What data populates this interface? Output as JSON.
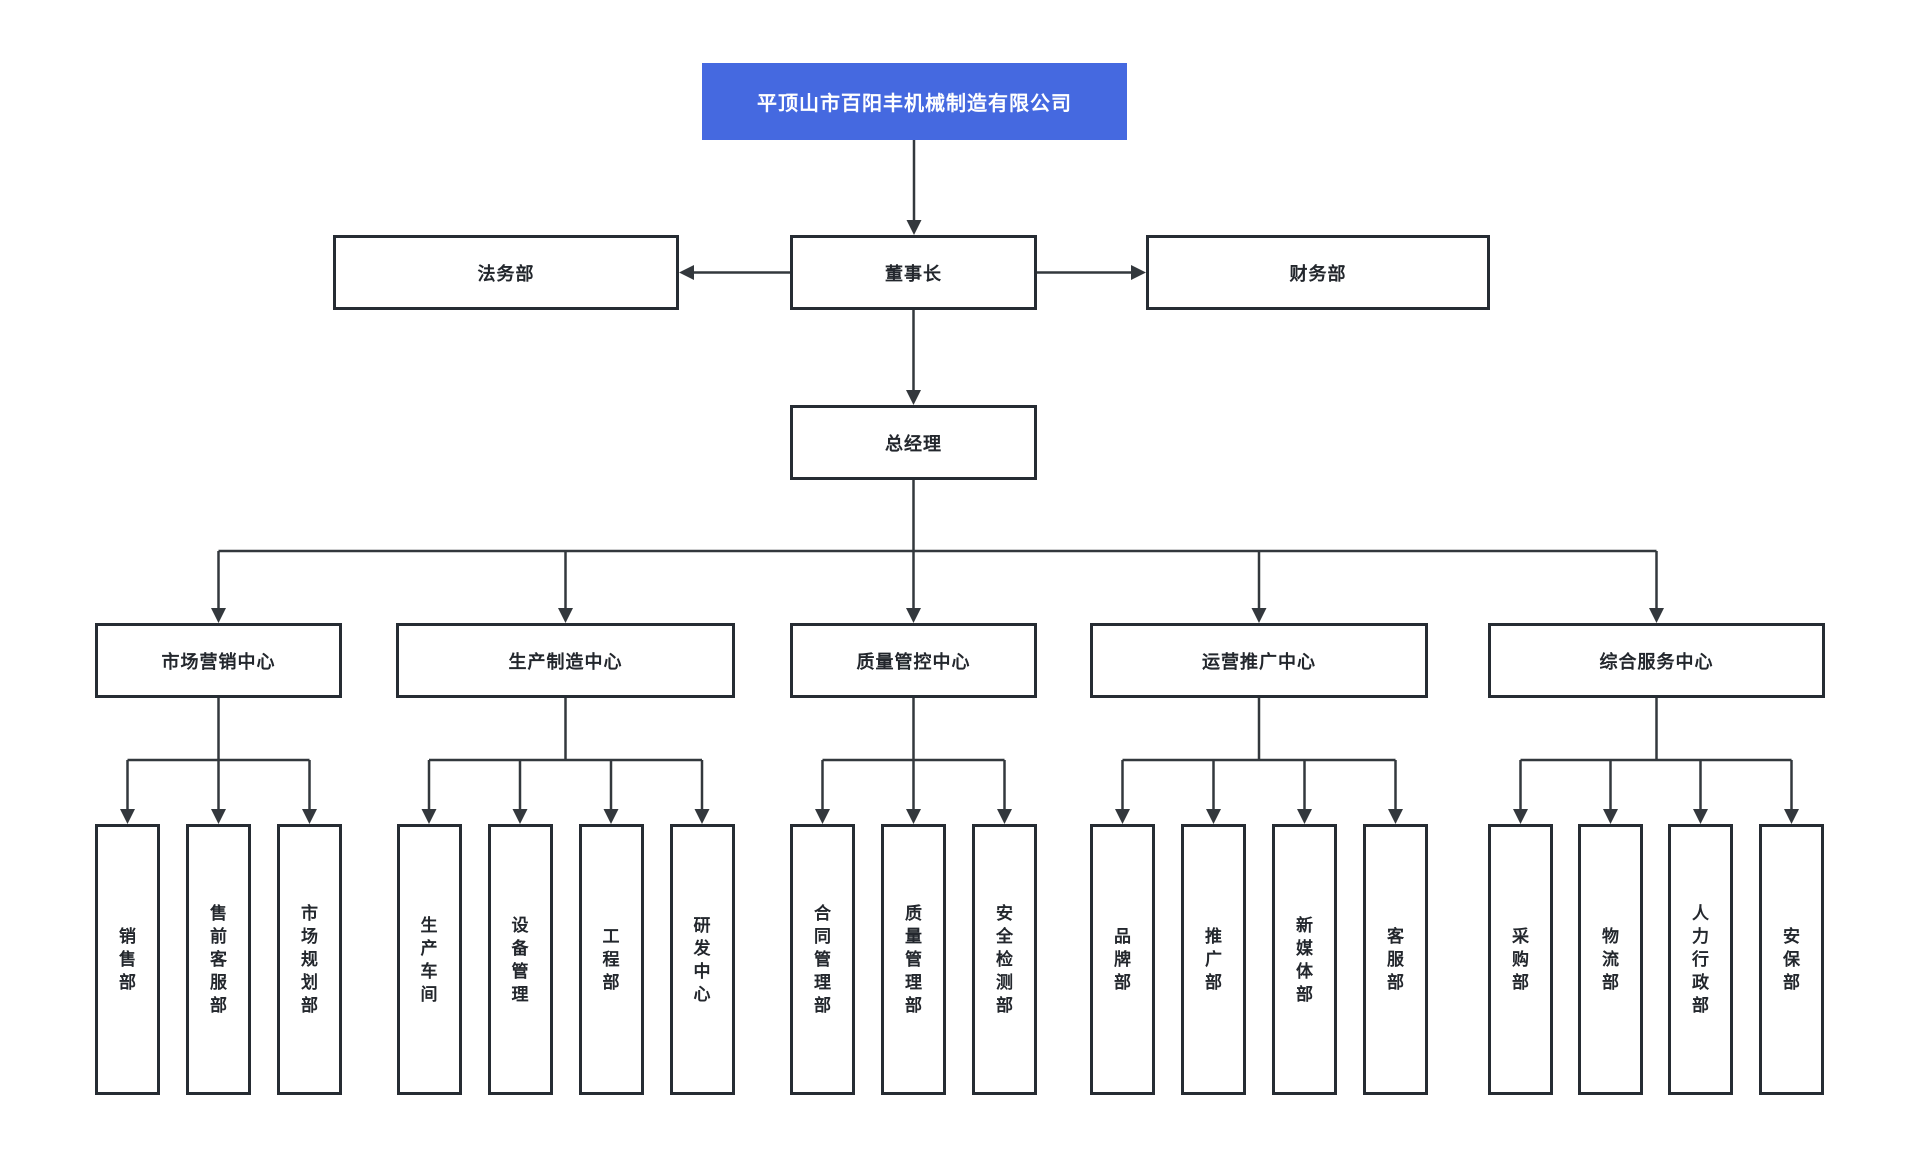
{
  "colors": {
    "root_background": "#4569e0",
    "root_text": "#ffffff",
    "box_border": "#262c33",
    "connector_line": "#33383d",
    "label_text": "#23272d",
    "page_background": "#ffffff"
  },
  "org_chart": {
    "root": {
      "label": "平顶山市百阳丰机械制造有限公司"
    },
    "legal": {
      "label": "法务部"
    },
    "chairman": {
      "label": "董事长"
    },
    "finance": {
      "label": "财务部"
    },
    "general_manager": {
      "label": "总经理"
    },
    "centers": [
      {
        "label": "市场营销中心",
        "departments": [
          "销售部",
          "售前客服部",
          "市场规划部"
        ]
      },
      {
        "label": "生产制造中心",
        "departments": [
          "生产车间",
          "设备管理",
          "工程部",
          "研发中心"
        ]
      },
      {
        "label": "质量管控中心",
        "departments": [
          "合同管理部",
          "质量管理部",
          "安全检测部"
        ]
      },
      {
        "label": "运营推广中心",
        "departments": [
          "品牌部",
          "推广部",
          "新媒体部",
          "客服部"
        ]
      },
      {
        "label": "综合服务中心",
        "departments": [
          "采购部",
          "物流部",
          "人力行政部",
          "安保部"
        ]
      }
    ]
  }
}
